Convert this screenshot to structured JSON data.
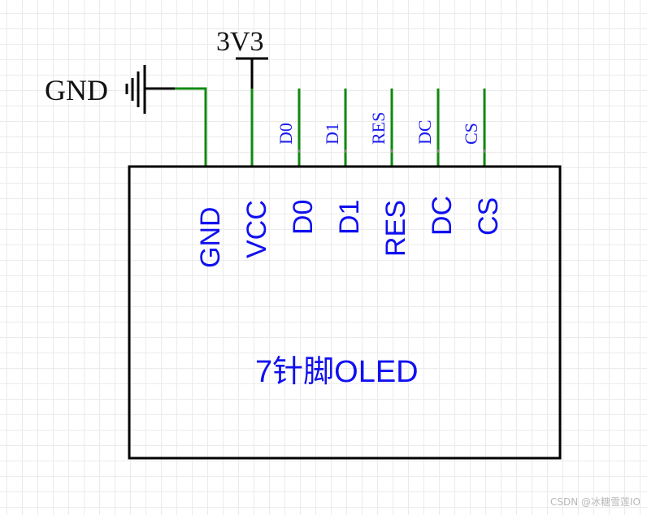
{
  "schematic": {
    "power": {
      "gnd_label": "GND",
      "vcc_label": "3V3"
    },
    "net_labels": [
      "D0",
      "D1",
      "RES",
      "DC",
      "CS"
    ],
    "component": {
      "title": "7针脚OLED",
      "pins": [
        "GND",
        "VCC",
        "D0",
        "D1",
        "RES",
        "DC",
        "CS"
      ]
    },
    "colors": {
      "wire": "#108a10",
      "outline": "#000000",
      "text_blue": "#1010f0",
      "grid": "#ebebeb"
    }
  },
  "watermark": "CSDN @冰糖雪莲IO"
}
